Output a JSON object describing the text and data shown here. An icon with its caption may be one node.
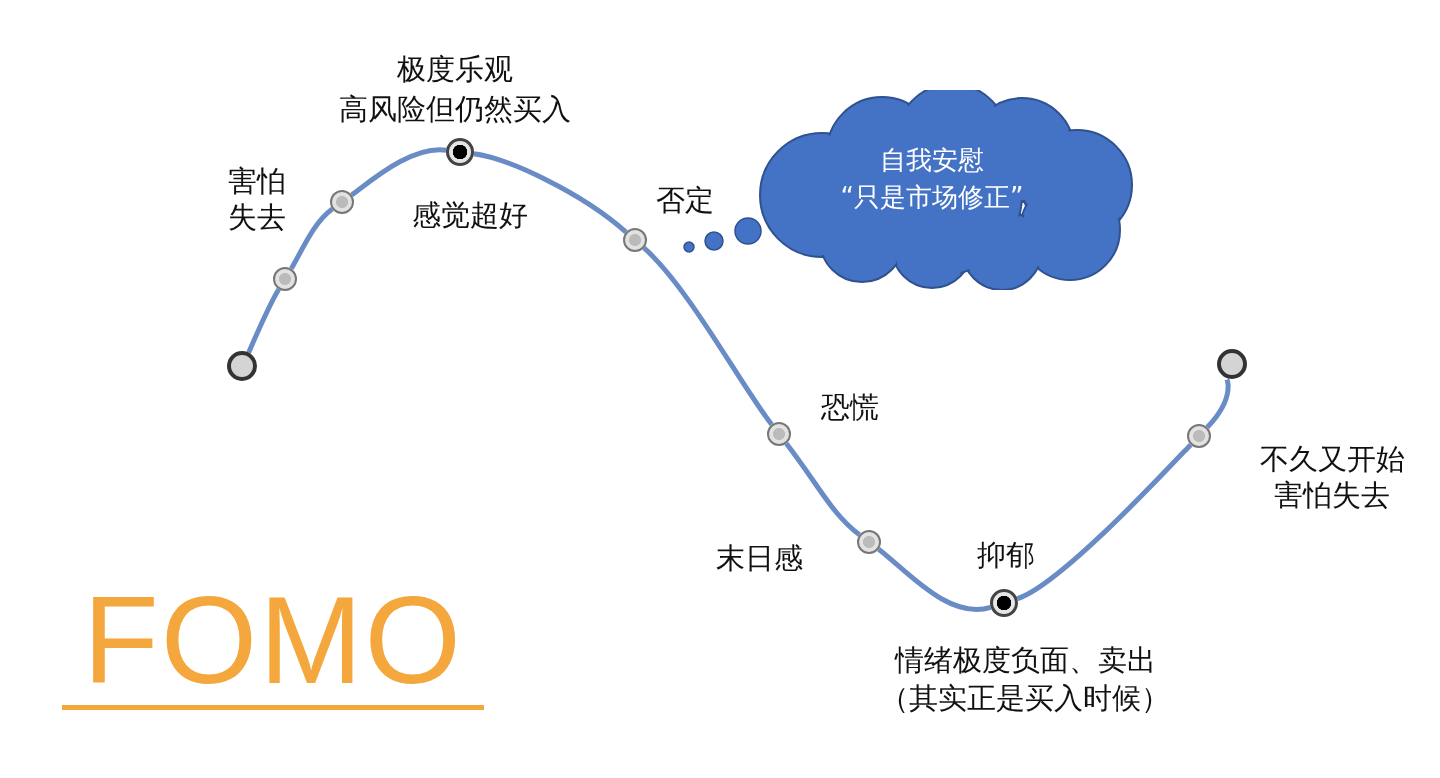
{
  "diagram": {
    "nodes": [
      {
        "text": [],
        "shape": "circle"
      },
      {
        "text": [],
        "shape": "circle"
      },
      {
        "text": [],
        "shape": "circle",
        "beside": [
          "害怕失去"
        ]
      },
      {
        "text": [],
        "shape": "circle",
        "beside": [
          "极度乐观",
          "高风险但仍然买入",
          "感觉超好"
        ]
      },
      {
        "text": [],
        "shape": "circle",
        "beside": [
          "否定"
        ]
      },
      {
        "text": [],
        "shape": "circle",
        "beside": [
          "恐慌"
        ]
      },
      {
        "text": [],
        "shape": "circle",
        "beside": [
          "末日感"
        ]
      },
      {
        "text": [],
        "shape": "circle",
        "beside": [
          "抑郁",
          "情绪极度负面、卖出",
          "（其实正是买入时候）"
        ]
      },
      {
        "text": [],
        "shape": "circle",
        "beside": [
          "不久又开始害怕失去"
        ]
      },
      {
        "text": [],
        "shape": "circle"
      },
      {
        "text": [
          "自我安慰",
          "“只是市场修正”"
        ]
      }
    ],
    "edges": [
      {
        "from": 0,
        "to": 1,
        "arrow": "none"
      },
      {
        "from": 1,
        "to": 2,
        "arrow": "none"
      },
      {
        "from": 2,
        "to": 3,
        "arrow": "none"
      },
      {
        "from": 3,
        "to": 4,
        "arrow": "none"
      },
      {
        "from": 4,
        "to": 5,
        "arrow": "none"
      },
      {
        "from": 5,
        "to": 6,
        "arrow": "none"
      },
      {
        "from": 6,
        "to": 7,
        "arrow": "none"
      },
      {
        "from": 7,
        "to": 8,
        "arrow": "none"
      },
      {
        "from": 8,
        "to": 9,
        "arrow": "none"
      }
    ],
    "labels": [
      "FOMO"
    ]
  }
}
